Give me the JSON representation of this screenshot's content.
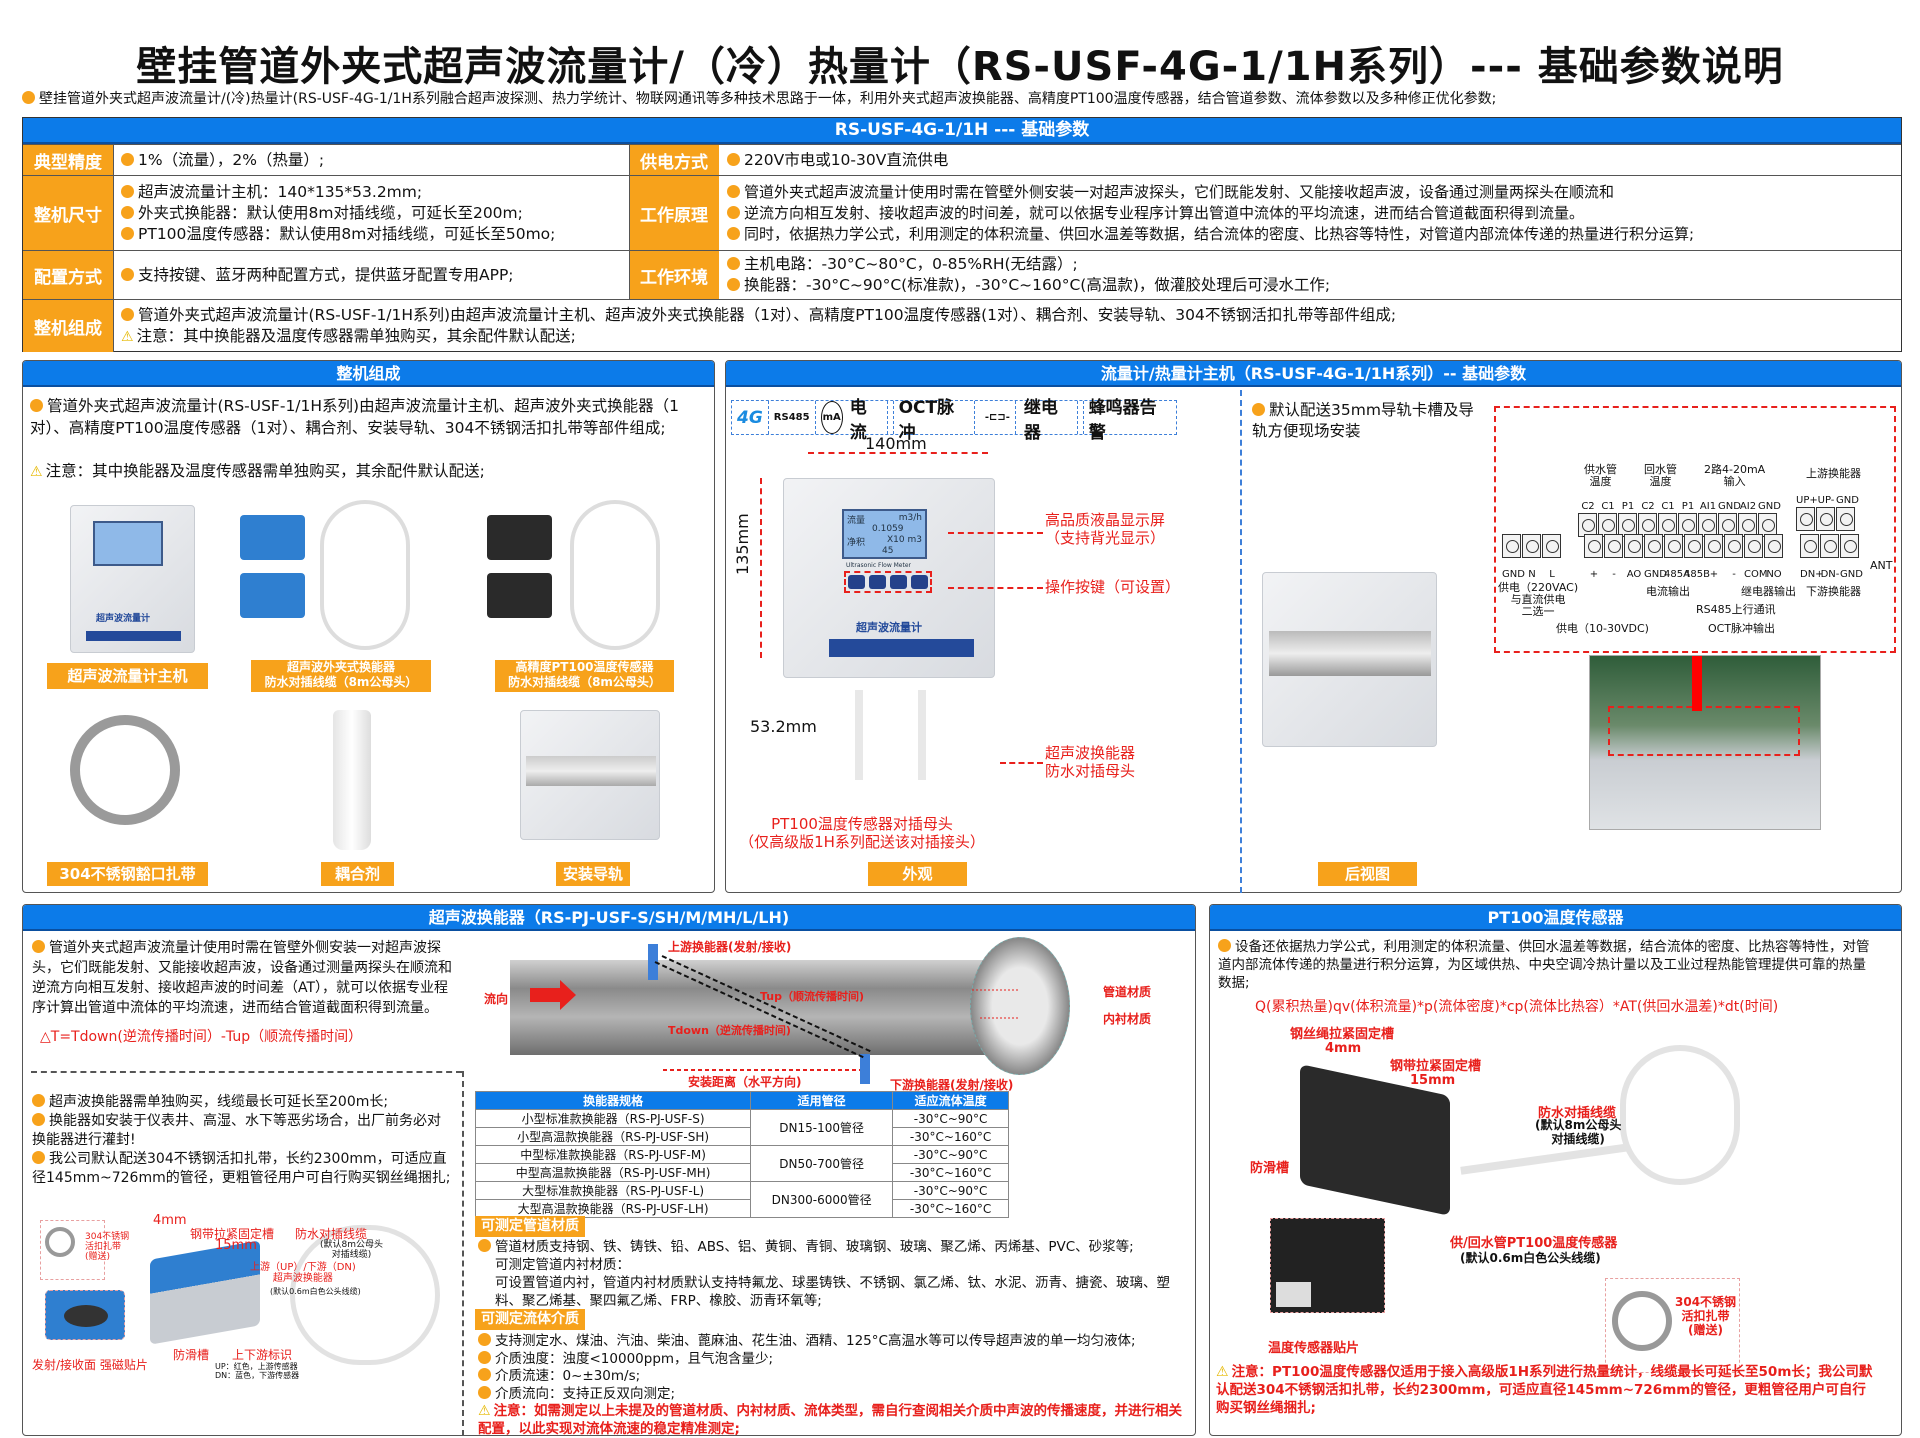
{
  "title": "壁挂管道外夹式超声波流量计/（冷）热量计（RS-USF-4G-1/1H系列）--- 基础参数说明",
  "intro": "壁挂管道外夹式超声波流量计/(冷)热量计(RS-USF-4G-1/1H系列融合超声波探测、热力学统计、物联网通讯等多种技术思路于一体，利用外夹式超声波换能器、高精度PT100温度传感器，结合管道参数、流体参数以及多种修正优化参数;",
  "params": {
    "header": "RS-USF-4G-1/1H --- 基础参数",
    "accuracy": {
      "label": "典型精度",
      "lines": [
        "1%（流量），2%（热量）;"
      ]
    },
    "power": {
      "label": "供电方式",
      "lines": [
        "220V市电或10-30V直流供电"
      ]
    },
    "size": {
      "label": "整机尺寸",
      "lines": [
        "超声波流量计主机：140*135*53.2mm;",
        "外夹式换能器：默认使用8m对插线缆，可延长至200m;",
        "PT100温度传感器：默认使用8m对插线缆，可延长至50mo;"
      ]
    },
    "principle": {
      "label": "工作原理",
      "lines": [
        "管道外夹式超声波流量计使用时需在管壁外侧安装一对超声波探头，它们既能发射、又能接收超声波，设备通过测量两探头在顺流和",
        "逆流方向相互发射、接收超声波的时间差，就可以依据专业程序计算出管道中流体的平均流速，进而结合管道截面积得到流量。",
        "同时，依据热力学公式，利用测定的体积流量、供回水温差等数据，结合流体的密度、比热容等特性，对管道内部流体传递的热量进行积分运算;"
      ]
    },
    "config": {
      "label": "配置方式",
      "lines": [
        "支持按键、蓝牙两种配置方式，提供蓝牙配置专用APP;"
      ]
    },
    "env": {
      "label": "工作环境",
      "lines": [
        "主机电路：-30°C~80°C，0-85%RH(无结露）;",
        "换能器：-30°C~90°C(标准款)，-30°C~160°C(高温款)，做灌胶处理后可浸水工作;"
      ]
    },
    "composition": {
      "label": "整机组成",
      "lines": [
        "管道外夹式超声波流量计(RS-USF-1/1H系列)由超声波流量计主机、超声波外夹式换能器（1对）、高精度PT100温度传感器(1对）、耦合剂、安装导轨、304不锈钢活扣扎带等部件组成;",
        "注意：其中换能器及温度传感器需单独购买，其余配件默认配送;"
      ]
    }
  },
  "components": {
    "header": "整机组成",
    "desc": "管道外夹式超声波流量计(RS-USF-1/1H系列)由超声波流量计主机、超声波外夹式换能器（1对）、高精度PT100温度传感器（1对）、耦合剂、安装导轨、304不锈钢活扣扎带等部件组成;",
    "note": "注意：其中换能器及温度传感器需单独购买，其余配件默认配送;",
    "items": [
      "超声波流量计主机",
      "超声波外夹式换能器\n防水对插线缆（8m公母头）",
      "高精度PT100温度传感器\n防水对插线缆（8m公母头）",
      "304不锈钢豁口扎带",
      "耦合剂",
      "安装导轨"
    ],
    "device_brand": "超声波流量计"
  },
  "host": {
    "header": "流量计/热量计主机（RS-USF-4G-1/1H系列）-- 基础参数",
    "features": [
      "4G",
      "RS485",
      "电流",
      "OCT脉冲",
      "继电器",
      "蜂鸣器告警"
    ],
    "width": "140mm",
    "height": "135mm",
    "depth": "53.2mm",
    "lcd": {
      "l1": "流量",
      "u1": "m3/h",
      "v1": "0.1059",
      "l2": "净积",
      "u2": "X10 m3",
      "v2": "45"
    },
    "meter_name": "Ultrasonic Flow Meter",
    "callout_screen": "高品质液晶显示屏\n（支持背光显示）",
    "callout_keys": "操作按键（可设置）",
    "callout_transducer": "超声波换能器\n防水对插母头",
    "callout_pt100": "PT100温度传感器对插母头\n（仅高级版1H系列配送该对插接头）",
    "front_label": "外观",
    "rail_desc": "默认配送35mm导轨卡槽及导轨方便现场安装",
    "rear_label": "后视图",
    "wiring": {
      "groups_top": [
        "供水管\n温度",
        "回水管\n温度",
        "2路4-20mA\n输入",
        "上游换能器"
      ],
      "top_terms": [
        "C2",
        "C1",
        "P1",
        "C2",
        "C1",
        "P1",
        "AI1",
        "GND",
        "AI2",
        "GND"
      ],
      "up_terms": [
        "UP+",
        "UP-",
        "GND"
      ],
      "power_terms": [
        "GND",
        "N",
        "L"
      ],
      "mid_terms": [
        "+",
        "-",
        "AO",
        "GND",
        "485A",
        "485B",
        "+",
        "-",
        "COM",
        "NO"
      ],
      "dn_terms": [
        "DN+",
        "DN-",
        "GND"
      ],
      "ant": "ANT",
      "ac_power": "供电（220VAC)\n与直流供电\n二选一",
      "dc_power": "供电（10-30VDC)",
      "current_out": "电流输出",
      "rs485": "RS485上行通讯",
      "oct": "OCT脉冲输出",
      "relay": "继电器输出",
      "downstream": "下游换能器"
    }
  },
  "transducer": {
    "header": "超声波换能器（RS-PJ-USF-S/SH/M/MH/L/LH)",
    "desc": "管道外夹式超声波流量计使用时需在管壁外侧安装一对超声波探头，它们既能发射、又能接收超声波，设备通过测量两探头在顺流和逆流方向相互发射、接收超声波的时间差（AT），就可以依据专业程序计算出管道中流体的平均流速，进而结合管道截面积得到流量。",
    "formula": "△T=Tdown(逆流传播时间）-Tup（顺流传播时间）",
    "notes": [
      "超声波换能器需单独购买，线缆最长可延长至200m长;",
      "换能器如安装于仪表井、高湿、水下等恶劣场合，出厂前务必对换能器进行灌封!",
      "我公司默认配送304不锈钢活扣扎带，长约2300mm，可适应直径145mm~726mm的管径，更粗管径用户可自行购买钢丝绳捆扎;"
    ],
    "pipe": {
      "upstream": "上游换能器(发射/接收)",
      "downstream": "下游换能器(发射/接收)",
      "flow": "流向",
      "tup": "Tup（顺流传播时间)",
      "tdown": "Tdown（逆流传播时间)",
      "distance": "安装距离（水平方向)",
      "pipe_material": "管道材质",
      "lining": "内衬材质"
    },
    "img": {
      "mm4": "4mm",
      "slot": "钢带拉紧固定槽",
      "mm15": "15mm",
      "cable": "防水对插线缆",
      "cable_sub": "(默认8m公母头\n对插线缆)",
      "updn": "上游（UP）/下游（DN)\n超声波换能器",
      "updn_sub": "(默认0.6m白色公头线缆)",
      "clamp": "304不锈钢\n活扣扎带\n(赠送)",
      "antislip": "防滑槽",
      "mark": "上下游标识",
      "mark_sub": "UP：红色，上游传感器\nDN：蓝色，下游传感器",
      "face": "发射/接收面 强磁贴片"
    },
    "table": {
      "headers": [
        "换能器规格",
        "适用管径",
        "适应流体温度"
      ],
      "rows": [
        [
          "小型标准款换能器（RS-PJ-USF-S)",
          "DN15-100管径",
          "-30°C~90°C"
        ],
        [
          "小型高温款换能器（RS-PJ-USF-SH)",
          "",
          "-30°C~160°C"
        ],
        [
          "中型标准款换能器（RS-PJ-USF-M)",
          "DN50-700管径",
          "-30°C~90°C"
        ],
        [
          "中型高温款换能器（RS-PJ-USF-MH)",
          "",
          "-30°C~160°C"
        ],
        [
          "大型标准款换能器（RS-PJ-USF-L)",
          "DN300-6000管径",
          "-30°C~90°C"
        ],
        [
          "大型高温款换能器（RS-PJ-USF-LH)",
          "",
          "-30°C~160°C"
        ]
      ]
    },
    "material_title": "可测定管道材质",
    "material": [
      "管道材质支持钢、铁、铸铁、铅、ABS、铝、黄铜、青铜、玻璃钢、玻璃、聚乙烯、丙烯基、PVC、砂浆等;",
      "可测定管道内衬材质：",
      "可设置管道内衬，管道内衬材质默认支持特氟龙、球墨铸铁、不锈钢、氯乙烯、钛、水泥、沥青、搪瓷、玻璃、塑料、聚乙烯基、聚四氟乙烯、FRP、橡胶、沥青环氧等;"
    ],
    "medium_title": "可测定流体介质",
    "medium": [
      "支持测定水、煤油、汽油、柴油、蓖麻油、花生油、酒精、125°C高温水等可以传导超声波的单一均匀液体;",
      "介质浊度：浊度<10000ppm，且气泡含量少;",
      "介质流速：0~±30m/s;",
      "介质流向：支持正反双向测定;"
    ],
    "warning": "注意：如需测定以上未提及的管道材质、内衬材质、流体类型，需自行查阅相关介质中声波的传播速度，并进行相关配置，以此实现对流体流速的稳定精准测定;"
  },
  "pt100": {
    "header": "PT100温度传感器",
    "desc": "设备还依据热力学公式，利用测定的体积流量、供回水温差等数据，结合流体的密度、比热容等特性，对管道内部流体传递的热量进行积分运算，为区域供热、中央空调冷热计量以及工业过程热能管理提供可靠的热量数据;",
    "formula": "Q(累积热量)qv(体积流量)*p(流体密度)*cp(流体比热容）*AT(供回水温差)*dt(时间)",
    "wire_slot": "钢丝绳拉紧固定槽",
    "mm4": "4mm",
    "band_slot": "钢带拉紧固定槽",
    "mm15": "15mm",
    "cable": "防水对插线缆",
    "cable_sub": "(默认8m公母头\n对插线缆)",
    "antislip": "防滑槽",
    "sensor": "供/回水管PT100温度传感器",
    "sensor_sub": "(默认0.6m白色公头线缆)",
    "patch": "温度传感器贴片",
    "clamp": "304不锈钢\n活扣扎带\n(赠送)",
    "warning": "注意：PT100温度传感器仅适用于接入高级版1H系列进行热量统计，线缆最长可延长至50m长；我公司默认配送304不锈钢活扣扎带，长约2300mm，可适应直径145mm~726mm的管径，更粗管径用户可自行购买钢丝绳捆扎;"
  }
}
